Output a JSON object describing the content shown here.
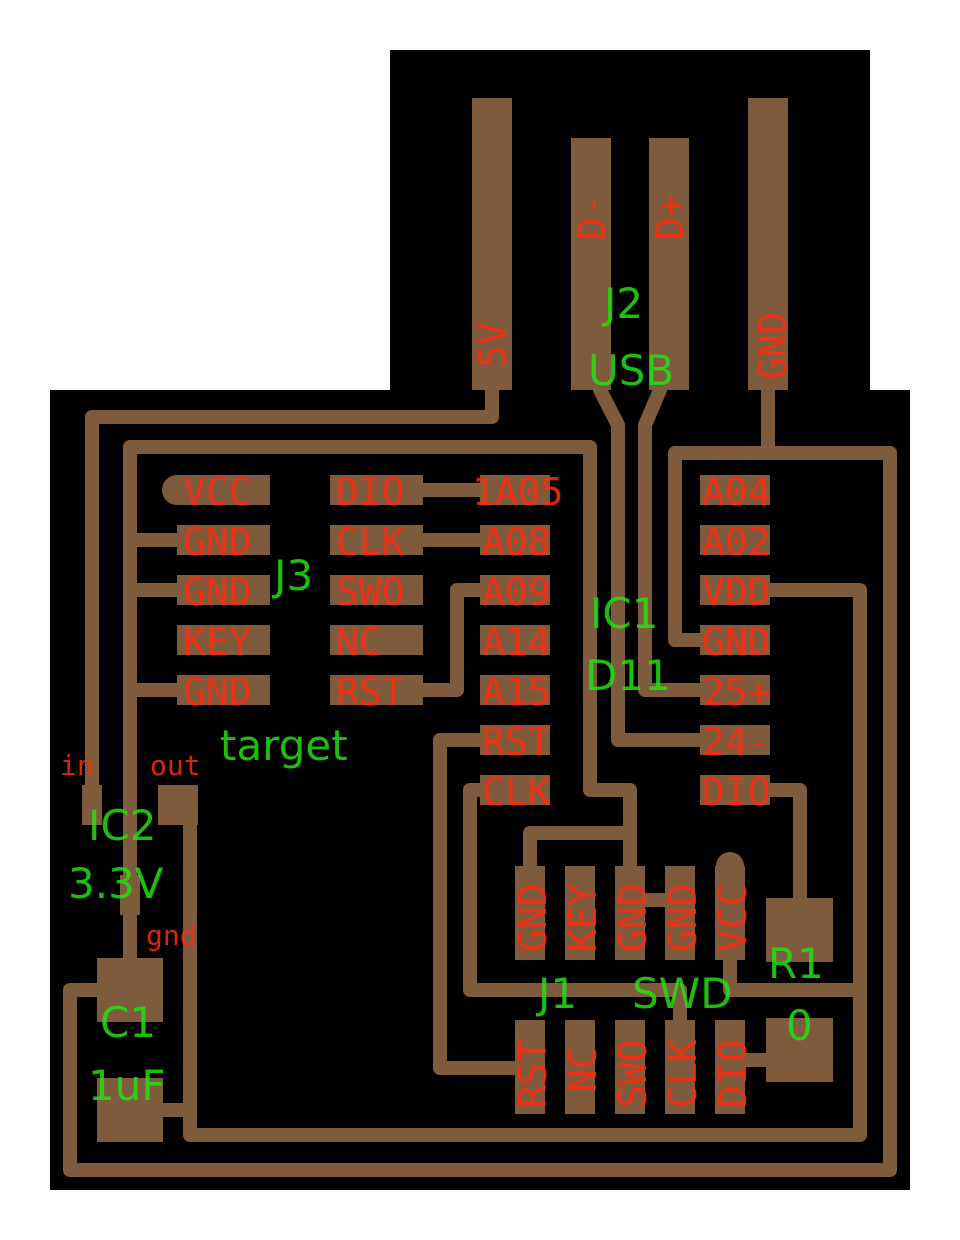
{
  "colors": {
    "background": "#ffffff",
    "board": "#000000",
    "copper": "#7f5b3d",
    "pin_label": "#ff3a1e",
    "ref_label": "#22e010"
  },
  "j2": {
    "ref": "J2",
    "value": "USB",
    "pins": [
      "5V",
      "D-",
      "D+",
      "GND"
    ]
  },
  "j3": {
    "ref": "J3",
    "value": "target",
    "left_pins": [
      "VCC",
      "GND",
      "GND",
      "KEY",
      "GND"
    ],
    "right_pins": [
      "DIO",
      "CLK",
      "SWO",
      "NC",
      "RST"
    ]
  },
  "ic1": {
    "ref": "IC1",
    "value": "D11",
    "left_pins": [
      "1A05",
      "A08",
      "A09",
      "A14",
      "A15",
      "RST",
      "CLK"
    ],
    "right_pins": [
      "A04",
      "A02",
      "VDD",
      "GND",
      "25+",
      "24-",
      "DIO"
    ]
  },
  "ic2": {
    "ref": "IC2",
    "value": "3.3V",
    "pins": [
      "in",
      "out",
      "gnd"
    ]
  },
  "c1": {
    "ref": "C1",
    "value": "1uF"
  },
  "j1": {
    "ref": "J1",
    "value": "SWD",
    "top_pins": [
      "GND",
      "KEY",
      "GND",
      "GND",
      "VCC"
    ],
    "bottom_pins": [
      "RST",
      "NC",
      "SWO",
      "CLK",
      "DIO"
    ]
  },
  "r1": {
    "ref": "R1",
    "value": "0"
  }
}
